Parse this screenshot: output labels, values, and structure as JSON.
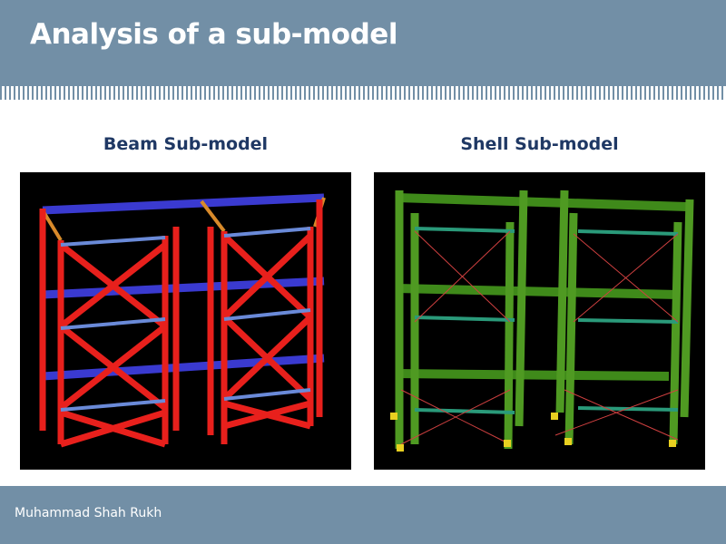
{
  "slide": {
    "title": "Analysis of a sub-model",
    "left_caption": "Beam Sub-model",
    "right_caption": "Shell Sub-model",
    "footer_author": "Muhammad Shah Rukh"
  },
  "colors": {
    "bar": "#728fa6",
    "caption": "#1f3864",
    "beam": "#e8201c",
    "shell": "#3f8a1a",
    "load": "#3a3ad0"
  }
}
